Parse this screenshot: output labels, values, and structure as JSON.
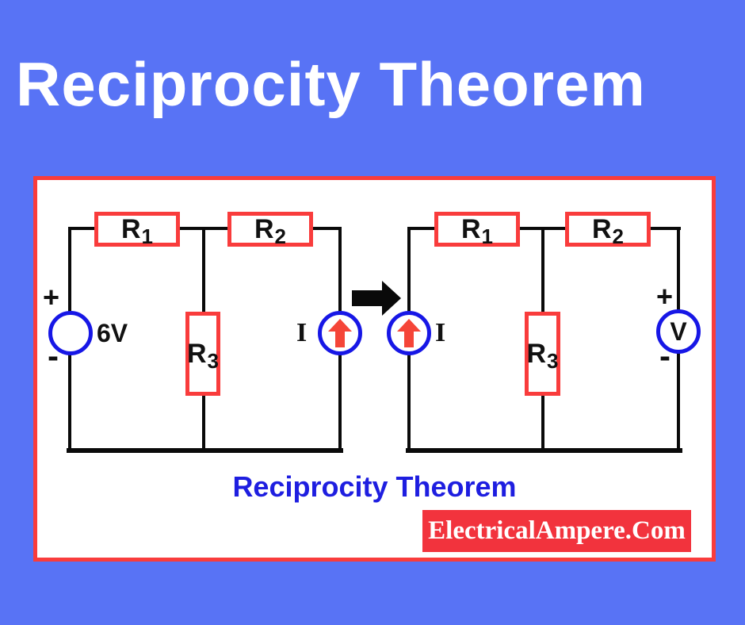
{
  "title": "Reciprocity Theorem",
  "diagram": {
    "caption": "Reciprocity Theorem",
    "watermark": "ElectricalAmpere.Com"
  },
  "left_circuit": {
    "r1_base": "R",
    "r1_sub": "1",
    "r2_base": "R",
    "r2_sub": "2",
    "r3_base": "R",
    "r3_sub": "3",
    "voltage_value": "6V",
    "voltage_plus": "+",
    "voltage_minus": "-",
    "current_label": "I"
  },
  "right_circuit": {
    "r1_base": "R",
    "r1_sub": "1",
    "r2_base": "R",
    "r2_sub": "2",
    "r3_base": "R",
    "r3_sub": "3",
    "current_label": "I",
    "voltmeter_label": "V",
    "voltmeter_plus": "+",
    "voltmeter_minus": "-"
  },
  "colors": {
    "bg": "#5873F5",
    "red": "#F93C3C",
    "badge-red": "#F2333D",
    "blue": "#1717E6",
    "caption-blue": "#1E1EE0",
    "arrow-red": "#F54538",
    "wire": "#0A0A0A",
    "title-white": "#FFFFFF"
  }
}
